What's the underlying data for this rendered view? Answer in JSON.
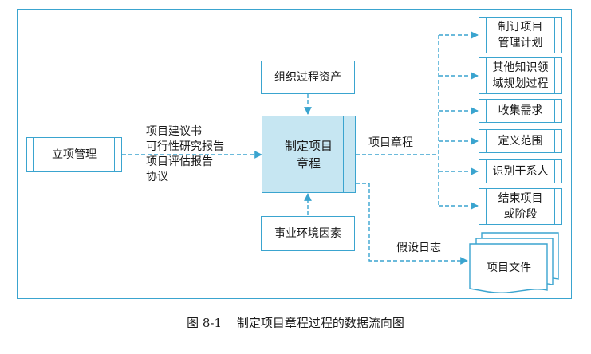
{
  "diagram": {
    "input_process": "立项管理",
    "inputs_text": [
      "项目建议书",
      "可行性研究报告",
      "项目评估报告",
      "协议"
    ],
    "top_input": "组织过程资产",
    "bottom_input": "事业环境因素",
    "central_process": [
      "制定项目",
      "章程"
    ],
    "output_label": "项目章程",
    "output_processes": [
      [
        "制订项目",
        "管理计划"
      ],
      [
        "其他知识领",
        "域规划过程"
      ],
      [
        "收集需求"
      ],
      [
        "定义范围"
      ],
      [
        "识别干系人"
      ],
      [
        "结束项目",
        "或阶段"
      ]
    ],
    "assumption_label": "假设日志",
    "document_label": "项目文件"
  },
  "caption": {
    "figure_no": "图 8-1",
    "title": "制定项目章程过程的数据流向图"
  },
  "colors": {
    "border": "#3aa4cf",
    "central_fill": "#c6e6f2",
    "text": "#1a1a1a"
  }
}
